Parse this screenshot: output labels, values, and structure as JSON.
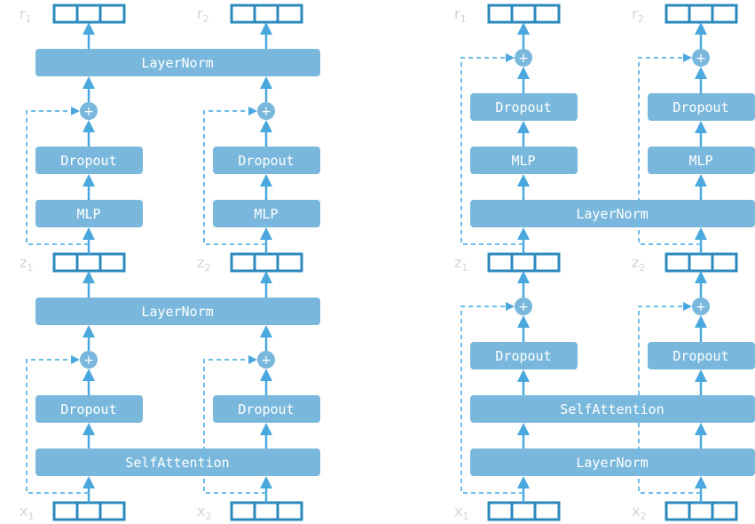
{
  "blocks": {
    "layernorm": "LayerNorm",
    "dropout": "Dropout",
    "mlp": "MLP",
    "selfattention": "SelfAttention"
  },
  "symbols": {
    "r": "r",
    "z": "z",
    "x": "x",
    "sub1": "1",
    "sub2": "2"
  },
  "plus": "+",
  "colors": {
    "block": "#79b8dc",
    "arrow": "#4aa8de",
    "vector": "#2b89be",
    "skip": "#6cbde8",
    "symbol": "#d4d4d4"
  }
}
